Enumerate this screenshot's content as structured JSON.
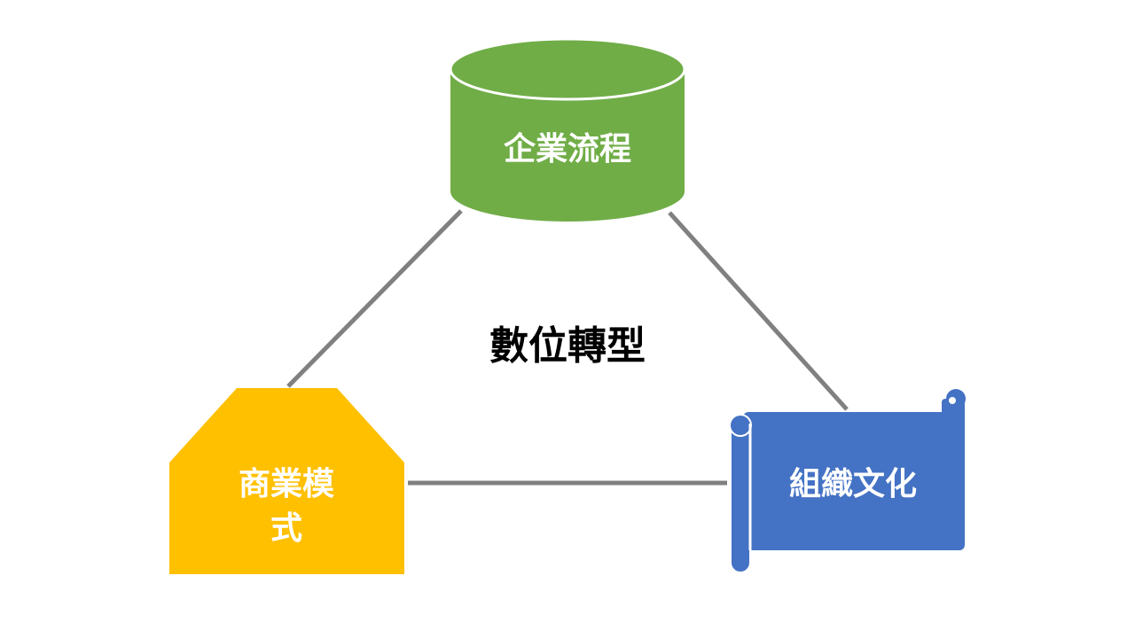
{
  "title": "數位轉型",
  "nodes": {
    "process": {
      "label": "企業流程",
      "color": "#70AD47",
      "shape": "cylinder"
    },
    "business_model": {
      "label_line1": "商業模",
      "label_line2": "式",
      "color": "#FFC000",
      "shape": "pentagon"
    },
    "culture": {
      "label": "組織文化",
      "color": "#4472C4",
      "shape": "scroll"
    }
  },
  "connector_color": "#808080"
}
